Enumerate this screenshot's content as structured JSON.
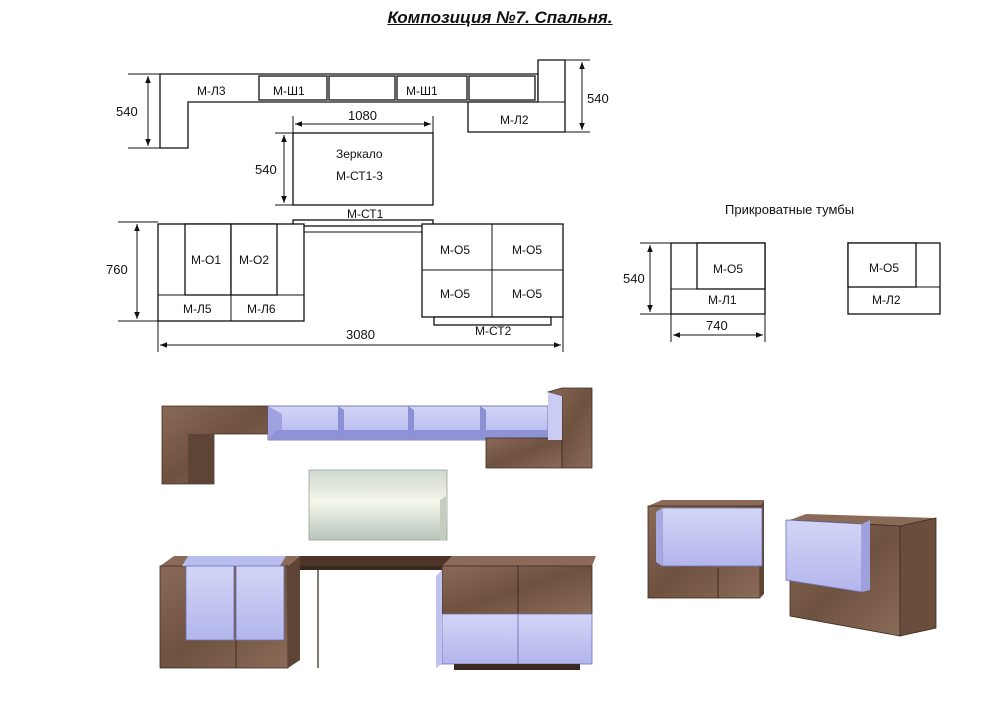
{
  "title": "Композиция №7. Спальня.",
  "dims": {
    "shelf_height": "540",
    "shelf_height_right": "540",
    "mirror_width": "1080",
    "mirror_height": "540",
    "cabinet_height": "760",
    "total_width": "3080",
    "bedside_height": "540",
    "bedside_width": "740"
  },
  "labels": {
    "ml3": "М-Л3",
    "msh1_a": "М-Ш1",
    "msh1_b": "М-Ш1",
    "ml2_top": "М-Л2",
    "mirror": "Зеркало",
    "mst13": "М-СТ1-3",
    "mst1": "М-СТ1",
    "mo1": "М-О1",
    "mo2": "М-О2",
    "ml5": "М-Л5",
    "ml6": "М-Л6",
    "mo5_1": "М-О5",
    "mo5_2": "М-О5",
    "mo5_3": "М-О5",
    "mo5_4": "М-О5",
    "mst2": "М-СТ2",
    "bedside_title": "Прикроватные тумбы",
    "bs1_mo5": "М-О5",
    "bs1_ml1": "М-Л1",
    "bs2_mo5": "М-О5",
    "bs2_ml2": "М-Л2"
  },
  "colors": {
    "wood": "#7a5a48",
    "wood_dark": "#5c4234",
    "lavender": "#c6c8f2",
    "lavender_dark": "#9a9dd8"
  }
}
